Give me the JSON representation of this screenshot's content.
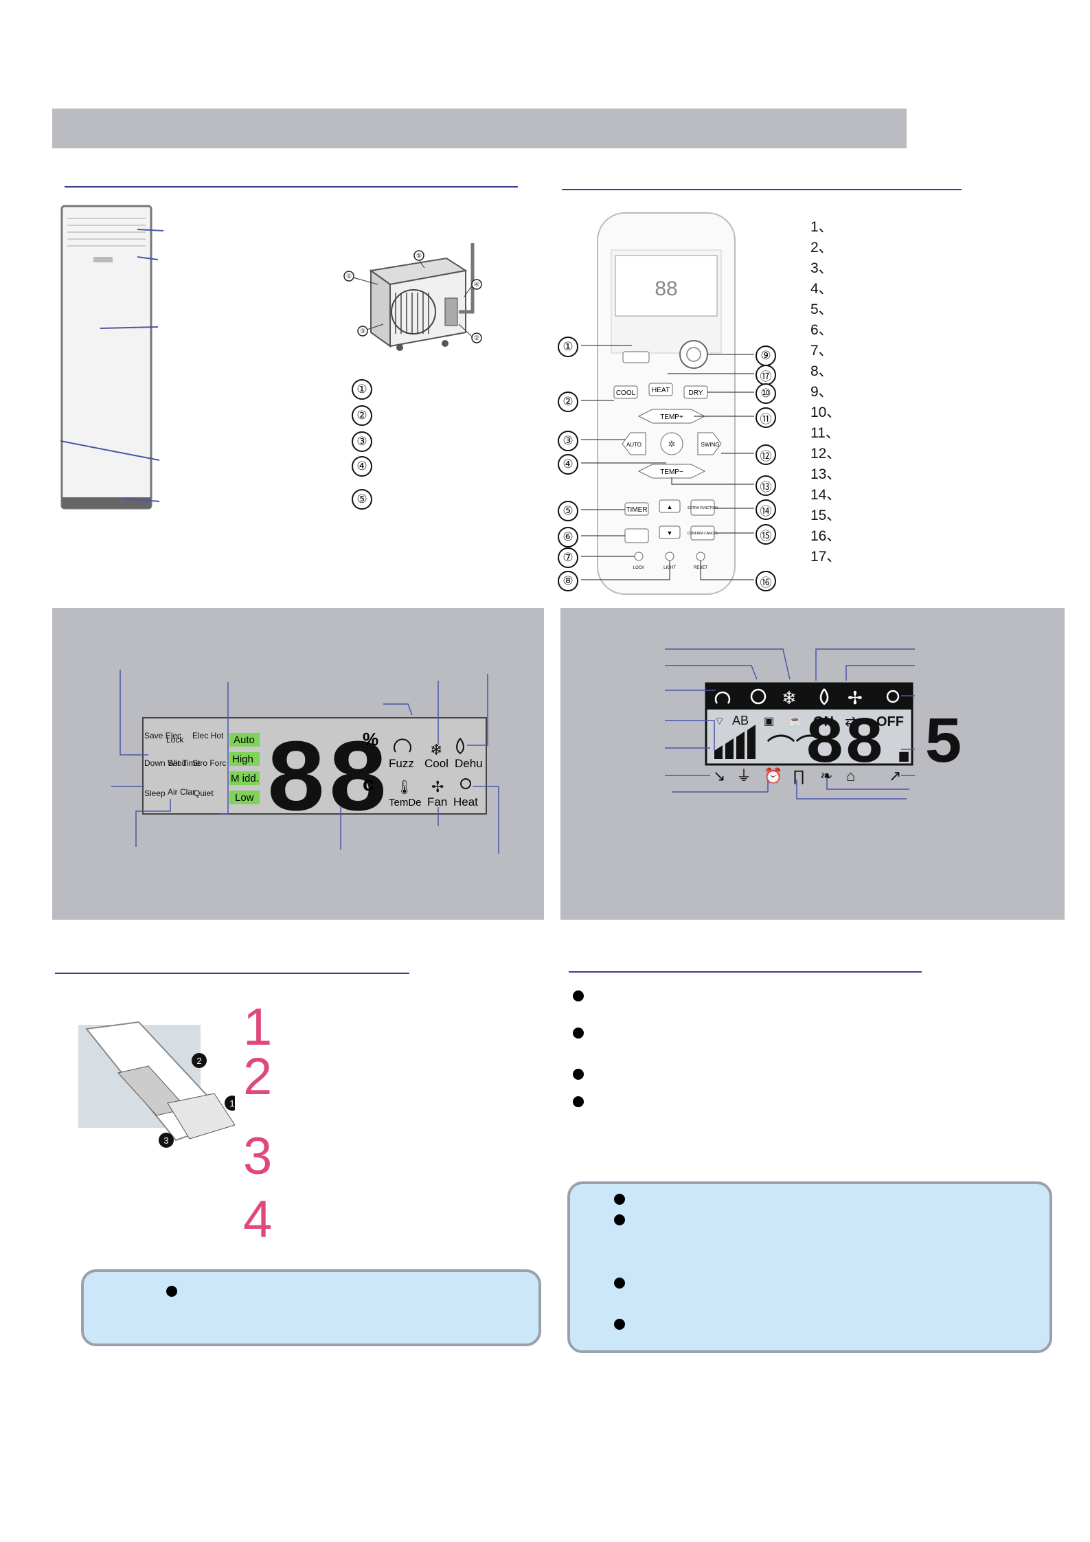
{
  "remote_numbers": [
    "1、",
    "2、",
    "3、",
    "4、",
    "5、",
    "6、",
    "7、",
    "8、",
    "9、",
    "10、",
    "11、",
    "12、",
    "13、",
    "14、",
    "15、",
    "16、",
    "17、"
  ],
  "outdoor_legend": [
    "①",
    "②",
    "③",
    "④",
    "⑤"
  ],
  "outdoor_callouts": [
    "①",
    "②",
    "③",
    "④",
    "⑤"
  ],
  "remote_callouts_left": [
    "①",
    "②",
    "③",
    "④",
    "⑤",
    "⑥",
    "⑦",
    "⑧"
  ],
  "remote_callouts_right": [
    "⑨",
    "⑰",
    "⑩",
    "⑪",
    "⑫",
    "⑬",
    "⑭",
    "⑮",
    "⑯"
  ],
  "remote_buttons": {
    "cool": "COOL",
    "heat": "HEAT",
    "dry": "DRY",
    "temp_up": "TEMP+",
    "temp_down": "TEMP−",
    "auto": "AUTO",
    "swing": "SWING",
    "timer": "TIMER",
    "extra": "EXTRA FUNCTION",
    "confirm": "CONFIRM CANCEL",
    "lock": "LOCK",
    "light": "LIGHT",
    "reset": "RESET"
  },
  "indoor_display": {
    "labels": [
      "Save Elec",
      "Lock",
      "Elec Hot",
      "Down Wind",
      "Set Time",
      "Stro Forc",
      "Sleep",
      "Air Clar",
      "Quiet"
    ],
    "fan_speeds": [
      "Auto",
      "High",
      "M idd.",
      "Low"
    ],
    "modes_top": [
      "Fuzz",
      "Cool",
      "Dehu"
    ],
    "modes_bottom": [
      "TemDe",
      "Fan",
      "Heat"
    ],
    "digits": "88",
    "unit_pct": "%",
    "unit_c": "c",
    "fan_speed_color": "#7fd35a"
  },
  "remote_display": {
    "ab": "AB",
    "on": "ON",
    "off": "OFF",
    "digits": "88.5"
  },
  "battery_steps": [
    "1",
    "2",
    "3",
    "4"
  ],
  "battery_markers": [
    "2",
    "1",
    "3"
  ],
  "colors": {
    "banner": "#bbbcc1",
    "rule": "#3a3d8c",
    "callout": "#cce8f8",
    "step_number": "#e0487a"
  }
}
